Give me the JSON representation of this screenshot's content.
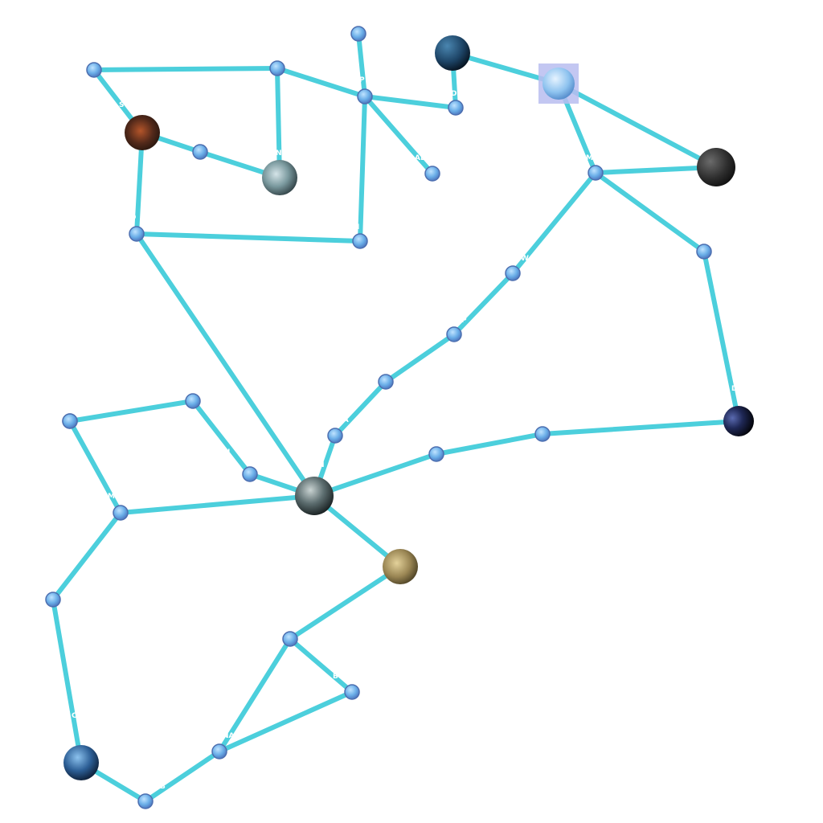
{
  "map": {
    "link_color": "#4ccfdc",
    "waypoint_color": "#6aaee8",
    "highlight_color": "#b9bdf0",
    "selected_node": "n07",
    "nodes": [
      {
        "id": "n01",
        "kind": "waypoint",
        "label": ""
      },
      {
        "id": "n02",
        "kind": "waypoint",
        "label": ""
      },
      {
        "id": "n03",
        "kind": "waypoint",
        "label": "N"
      },
      {
        "id": "n04",
        "kind": "waypoint",
        "label": "P"
      },
      {
        "id": "n05",
        "kind": "planet",
        "style": "ocean",
        "label": ""
      },
      {
        "id": "n06",
        "kind": "waypoint",
        "label": "D"
      },
      {
        "id": "n07",
        "kind": "planet",
        "style": "ice",
        "label": ""
      },
      {
        "id": "n08",
        "kind": "planet",
        "style": "lava",
        "label": "S"
      },
      {
        "id": "n09",
        "kind": "waypoint",
        "label": ""
      },
      {
        "id": "n10",
        "kind": "planet",
        "style": "storm",
        "label": "N"
      },
      {
        "id": "n11",
        "kind": "waypoint",
        "label": "AL"
      },
      {
        "id": "n12",
        "kind": "waypoint",
        "label": "M"
      },
      {
        "id": "n13",
        "kind": "planet",
        "style": "dark",
        "label": ""
      },
      {
        "id": "n14",
        "kind": "waypoint",
        "label": "D"
      },
      {
        "id": "n15",
        "kind": "waypoint",
        "label": "I"
      },
      {
        "id": "n16",
        "kind": "waypoint",
        "label": ""
      },
      {
        "id": "n17",
        "kind": "waypoint",
        "label": "W"
      },
      {
        "id": "n18",
        "kind": "waypoint",
        "label": "P"
      },
      {
        "id": "n19",
        "kind": "waypoint",
        "label": "S"
      },
      {
        "id": "n20",
        "kind": "planet",
        "style": "night",
        "label": "D"
      },
      {
        "id": "n21",
        "kind": "waypoint",
        "label": "PA"
      },
      {
        "id": "n22",
        "kind": "waypoint",
        "label": ""
      },
      {
        "id": "n23",
        "kind": "waypoint",
        "label": ""
      },
      {
        "id": "n24",
        "kind": "waypoint",
        "label": "OI"
      },
      {
        "id": "n25",
        "kind": "planet",
        "style": "grey",
        "label": "N"
      },
      {
        "id": "n26",
        "kind": "waypoint",
        "label": ""
      },
      {
        "id": "n27",
        "kind": "waypoint",
        "label": ""
      },
      {
        "id": "n28",
        "kind": "waypoint",
        "label": "I"
      },
      {
        "id": "n29",
        "kind": "waypoint",
        "label": "M"
      },
      {
        "id": "n30",
        "kind": "planet",
        "style": "desert",
        "label": ""
      },
      {
        "id": "n31",
        "kind": "waypoint",
        "label": "S"
      },
      {
        "id": "n32",
        "kind": "waypoint",
        "label": "D"
      },
      {
        "id": "n33",
        "kind": "waypoint",
        "label": "B"
      },
      {
        "id": "n34",
        "kind": "waypoint",
        "label": "NA"
      },
      {
        "id": "n35",
        "kind": "planet",
        "style": "blue",
        "label": "C"
      },
      {
        "id": "n36",
        "kind": "waypoint",
        "label": "B"
      }
    ],
    "links": [
      [
        "n02",
        "n03"
      ],
      [
        "n03",
        "n04"
      ],
      [
        "n01",
        "n04"
      ],
      [
        "n04",
        "n06"
      ],
      [
        "n04",
        "n11"
      ],
      [
        "n04",
        "n15"
      ],
      [
        "n02",
        "n08"
      ],
      [
        "n03",
        "n10"
      ],
      [
        "n08",
        "n09"
      ],
      [
        "n09",
        "n10"
      ],
      [
        "n08",
        "n14"
      ],
      [
        "n14",
        "n15"
      ],
      [
        "n05",
        "n06"
      ],
      [
        "n05",
        "n07"
      ],
      [
        "n07",
        "n12"
      ],
      [
        "n07",
        "n13"
      ],
      [
        "n12",
        "n13"
      ],
      [
        "n12",
        "n16"
      ],
      [
        "n16",
        "n20"
      ],
      [
        "n12",
        "n17"
      ],
      [
        "n17",
        "n18"
      ],
      [
        "n18",
        "n19"
      ],
      [
        "n19",
        "n21"
      ],
      [
        "n21",
        "n25"
      ],
      [
        "n14",
        "n25"
      ],
      [
        "n20",
        "n22"
      ],
      [
        "n22",
        "n23"
      ],
      [
        "n23",
        "n25"
      ],
      [
        "n26",
        "n27"
      ],
      [
        "n27",
        "n28"
      ],
      [
        "n28",
        "n25"
      ],
      [
        "n26",
        "n29"
      ],
      [
        "n29",
        "n25"
      ],
      [
        "n29",
        "n31"
      ],
      [
        "n31",
        "n35"
      ],
      [
        "n25",
        "n30"
      ],
      [
        "n30",
        "n32"
      ],
      [
        "n32",
        "n33"
      ],
      [
        "n32",
        "n34"
      ],
      [
        "n33",
        "n34"
      ],
      [
        "n34",
        "n36"
      ],
      [
        "n36",
        "n35"
      ]
    ]
  }
}
